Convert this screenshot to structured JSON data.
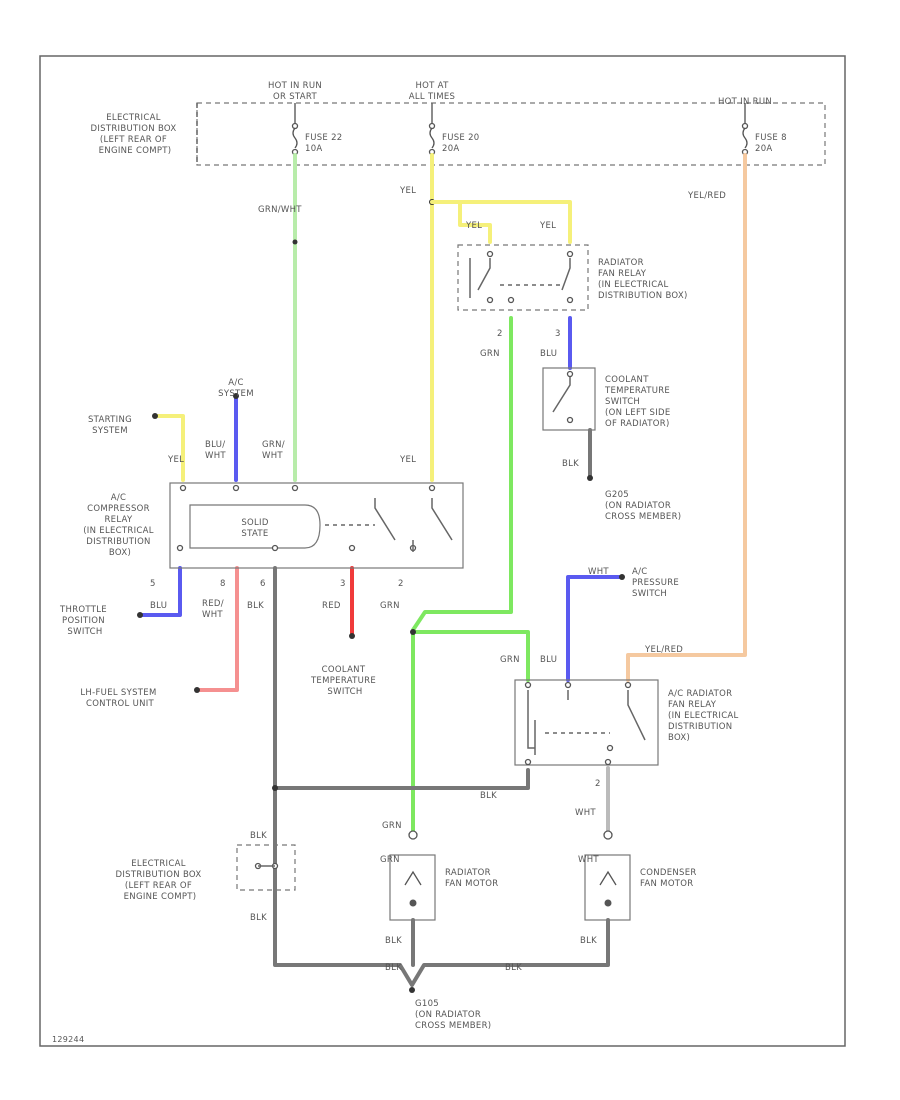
{
  "colors": {
    "green": "#8fe07a",
    "bright_green": "#7ee860",
    "yellow": "#f5f07a",
    "blue": "#5a5af0",
    "red": "#f07a7a",
    "orange": "#f5c090",
    "black": "#555555",
    "white": "#bbbbbb"
  },
  "labels": {
    "hot_run_start_1": "HOT IN RUN",
    "hot_run_start_2": "OR START",
    "hot_at_all_1": "HOT AT",
    "hot_at_all_2": "ALL TIMES",
    "hot_run": "HOT IN RUN",
    "edb_top_1": "ELECTRICAL",
    "edb_top_2": "DISTRIBUTION BOX",
    "edb_top_3": "(LEFT REAR OF",
    "edb_top_4": "ENGINE COMPT)",
    "fuse22_1": "FUSE 22",
    "fuse22_2": "10A",
    "fuse20_1": "FUSE 20",
    "fuse20_2": "20A",
    "fuse8_1": "FUSE 8",
    "fuse8_2": "20A",
    "w_grn_wht": "GRN/WHT",
    "w_yel": "YEL",
    "w_yel_a": "YEL",
    "w_yel_b": "YEL",
    "w_yel_red": "YEL/RED",
    "rad_relay_1": "RADIATOR",
    "rad_relay_2": "FAN RELAY",
    "rad_relay_3": "(IN ELECTRICAL",
    "rad_relay_4": "DISTRIBUTION BOX)",
    "pin2_a": "2",
    "pin3_a": "3",
    "w_grn_a": "GRN",
    "w_blu_a": "BLU",
    "cool_sw_1": "COOLANT",
    "cool_sw_2": "TEMPERATURE",
    "cool_sw_3": "SWITCH",
    "cool_sw_4": "(ON LEFT SIDE",
    "cool_sw_5": "OF RADIATOR)",
    "w_blk_a": "BLK",
    "g205_1": "G205",
    "g205_2": "(ON RADIATOR",
    "g205_3": "CROSS MEMBER)",
    "ac_sys_1": "A/C",
    "ac_sys_2": "SYSTEM",
    "start_sys_1": "STARTING",
    "start_sys_2": "SYSTEM",
    "w_yel_c": "YEL",
    "w_blu_wht_1": "BLU/",
    "w_blu_wht_2": "WHT",
    "w_grn_wht_b1": "GRN/",
    "w_grn_wht_b2": "WHT",
    "w_yel_d": "YEL",
    "acr_1": "A/C",
    "acr_2": "COMPRESSOR",
    "acr_3": "RELAY",
    "acr_4": "(IN ELECTRICAL",
    "acr_5": "DISTRIBUTION",
    "acr_6": "BOX)",
    "solid_1": "SOLID",
    "solid_2": "STATE",
    "pin5": "5",
    "pin8": "8",
    "pin6": "6",
    "pin3_b": "3",
    "pin2_b": "2",
    "w_blu_b": "BLU",
    "w_red_wht_1": "RED/",
    "w_red_wht_2": "WHT",
    "w_blk_b": "BLK",
    "w_red_a": "RED",
    "w_grn_b": "GRN",
    "tps_1": "THROTTLE",
    "tps_2": "POSITION",
    "tps_3": "SWITCH",
    "lh_1": "LH-FUEL SYSTEM",
    "lh_2": "CONTROL UNIT",
    "cts_1": "COOLANT",
    "cts_2": "TEMPERATURE",
    "cts_3": "SWITCH",
    "w_wht_a": "WHT",
    "acp_1": "A/C",
    "acp_2": "PRESSURE",
    "acp_3": "SWITCH",
    "w_yel_red_b": "YEL/RED",
    "w_grn_c": "GRN",
    "w_blu_c": "BLU",
    "acrad_1": "A/C RADIATOR",
    "acrad_2": "FAN RELAY",
    "acrad_3": "(IN ELECTRICAL",
    "acrad_4": "DISTRIBUTION",
    "acrad_5": "BOX)",
    "w_blk_c": "BLK",
    "pin2_c": "2",
    "w_wht_b": "WHT",
    "w_grn_d": "GRN",
    "w_blk_d": "BLK",
    "edb_bot_1": "ELECTRICAL",
    "edb_bot_2": "DISTRIBUTION BOX",
    "edb_bot_3": "(LEFT REAR OF",
    "edb_bot_4": "ENGINE COMPT)",
    "w_blk_e": "BLK",
    "w_grn_e": "GRN",
    "rfm_1": "RADIATOR",
    "rfm_2": "FAN MOTOR",
    "w_wht_c": "WHT",
    "cfm_1": "CONDENSER",
    "cfm_2": "FAN MOTOR",
    "w_blk_f": "BLK",
    "w_blk_g": "BLK",
    "w_blk_h": "BLK",
    "w_blk_i": "BLK",
    "g105_1": "G105",
    "g105_2": "(ON RADIATOR",
    "g105_3": "CROSS MEMBER)",
    "fig_id": "129244"
  }
}
